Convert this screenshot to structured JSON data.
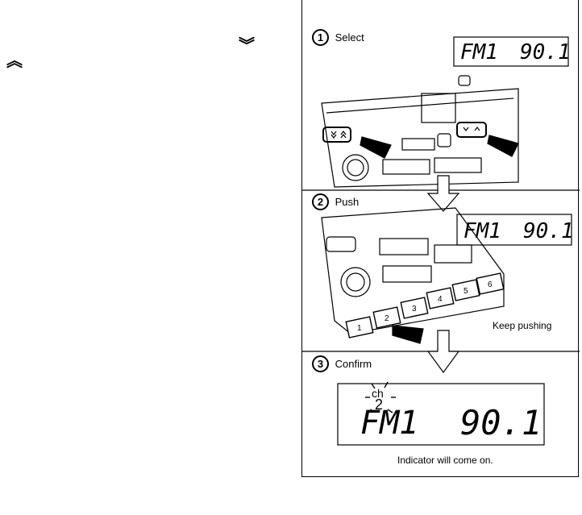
{
  "symbols": {
    "seek_down": "︾",
    "seek_up": "︽"
  },
  "steps": [
    {
      "number": "1",
      "label": "Select"
    },
    {
      "number": "2",
      "label": "Push"
    },
    {
      "number": "3",
      "label": "Confirm"
    }
  ],
  "display": {
    "band": "FM1",
    "frequency": "90.1",
    "channel_indicator": "ch",
    "channel_number": "2"
  },
  "presets": [
    "1",
    "2",
    "3",
    "4",
    "5",
    "6"
  ],
  "captions": {
    "keep_pushing": "Keep pushing",
    "indicator": "Indicator will come on."
  }
}
